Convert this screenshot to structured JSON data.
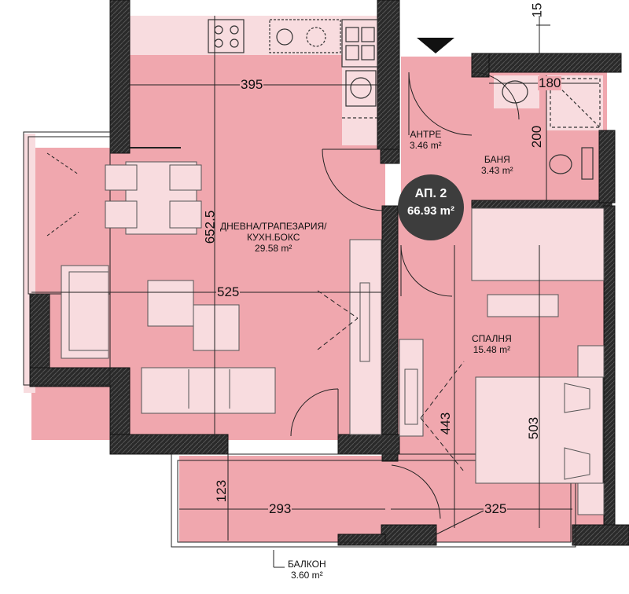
{
  "apartment": {
    "name": "АП. 2",
    "area": "66.93 m²"
  },
  "rooms": {
    "living": {
      "line1": "ДНЕВНА/ТРАПЕЗАРИЯ/",
      "line2": "КУХН.БОКС",
      "area": "29.58 m²"
    },
    "hall": {
      "name": "АНТРЕ",
      "area": "3.46 m²"
    },
    "bath": {
      "name": "БАНЯ",
      "area": "3.43 m²"
    },
    "bedroom": {
      "name": "СПАЛНЯ",
      "area": "15.48 m²"
    },
    "balcony": {
      "name": "БАЛКОН",
      "area": "3.60 m²"
    }
  },
  "dimensions": {
    "d395": "395",
    "d6525": "652.5",
    "d525": "525",
    "d180": "180",
    "d200": "200",
    "d443": "443",
    "d503": "503",
    "d123": "123",
    "d293": "293",
    "d325": "325",
    "d15": "15"
  },
  "colors": {
    "room_fill": "#f0a7ae",
    "kitchen_fill": "#f8dcdf",
    "wall": "#222222",
    "badge": "#3d3d3d"
  }
}
